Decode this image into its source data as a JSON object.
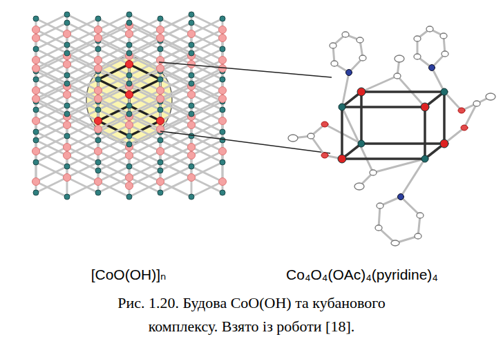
{
  "diagram": {
    "caption": "Рис. 1.20. Будова CoO(OH) та кубанового комплексу. Взято із роботи [18].",
    "labels": [
      "[CoO(OH)]ₙ",
      "Co₄O₄(OAc)₄(pyridine)₄"
    ]
  }
}
